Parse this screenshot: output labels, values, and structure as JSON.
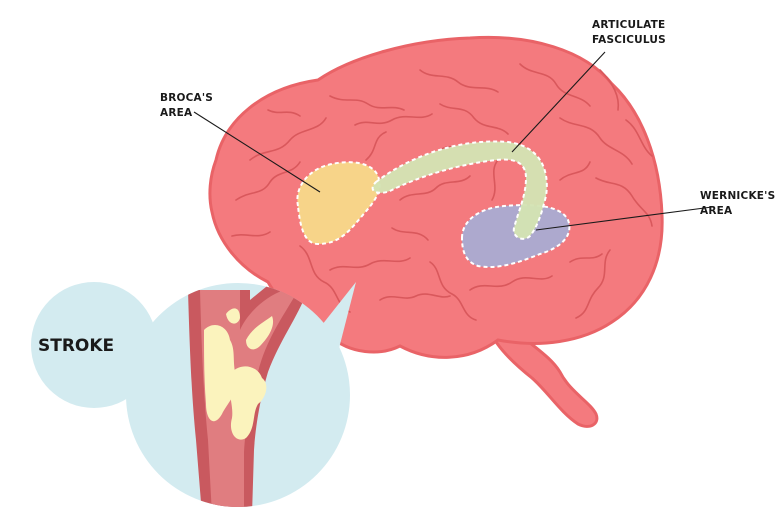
{
  "labels": {
    "broca_line1": "BROCA'S",
    "broca_line2": "AREA",
    "arcuate_line1": "ARTICULATE",
    "arcuate_line2": "FASCICULUS",
    "wernicke_line1": "WERNICKE'S",
    "wernicke_line2": "AREA",
    "stroke": "STROKE"
  },
  "colors": {
    "brain": "#f47a7e",
    "brain_outline": "#e96367",
    "broca": "#f7d98a",
    "arcuate": "#d3e3b3",
    "wernicke": "#a9acd3",
    "inset_bg": "#d3ebf0",
    "vessel_wall": "#c9595f",
    "vessel_lumen": "#e07d80",
    "plaque": "#fbf3bd"
  }
}
